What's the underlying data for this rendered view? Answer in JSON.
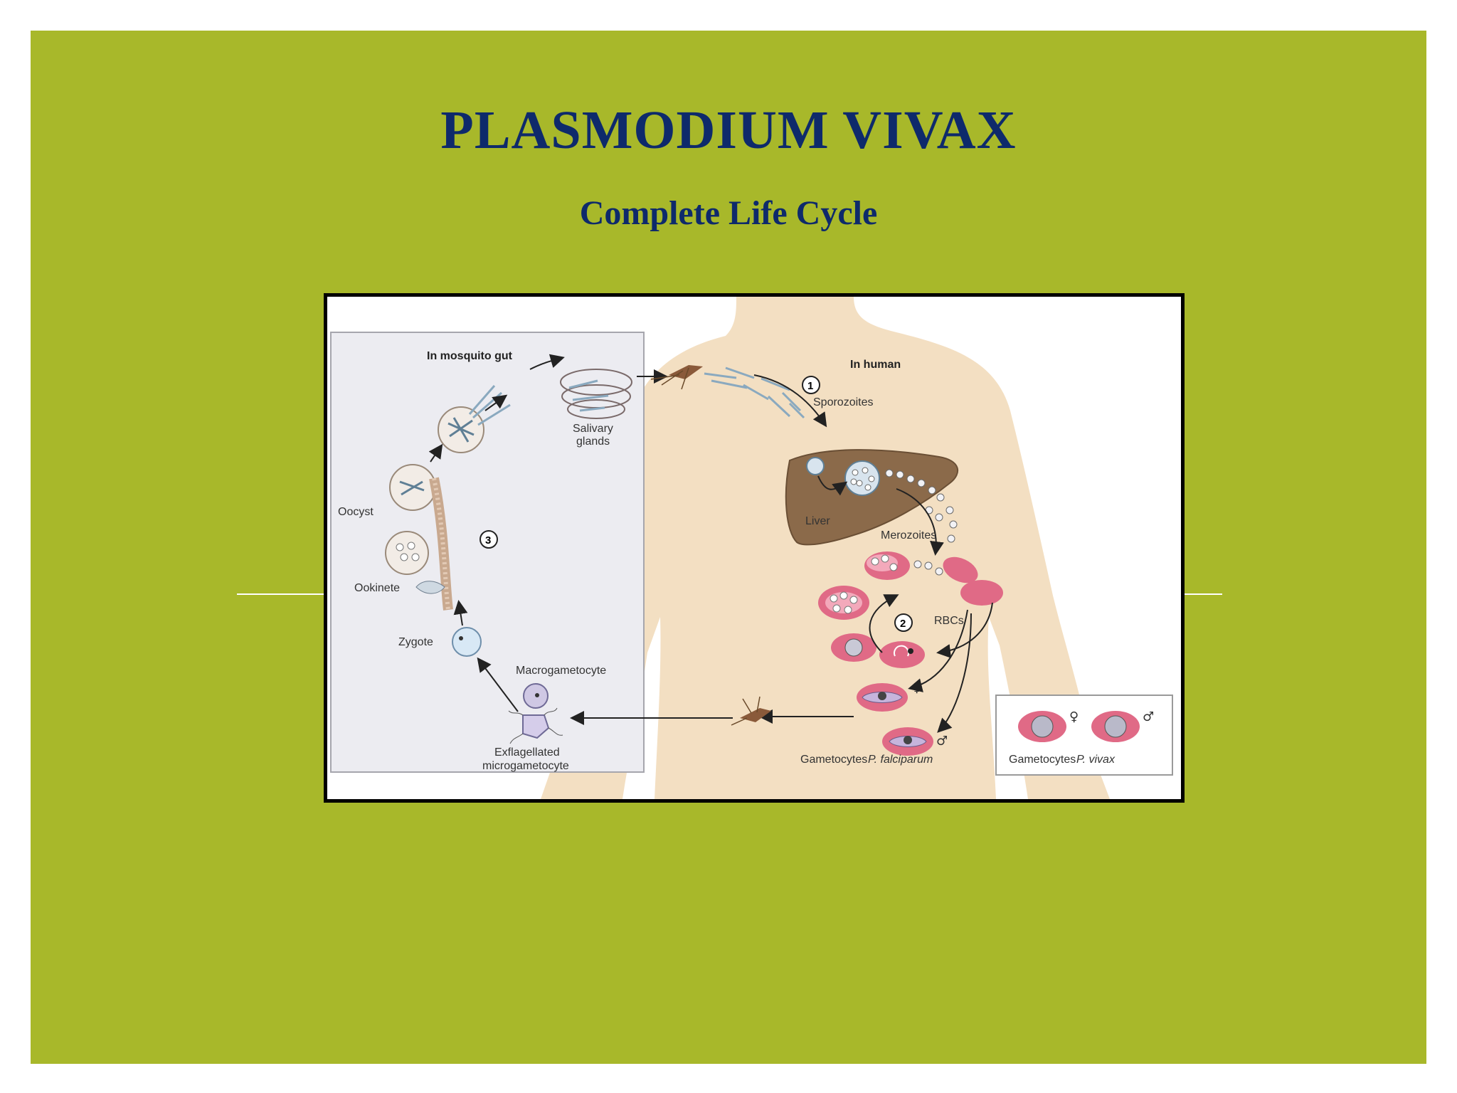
{
  "slide": {
    "title": "PLASMODIUM VIVAX",
    "subtitle": "Complete Life Cycle",
    "background_color": "#a8b82a",
    "title_color": "#0e2a6b"
  },
  "diagram": {
    "mosquito_panel_title": "In mosquito gut",
    "human_panel_title": "In human",
    "step_markers": [
      "1",
      "2",
      "3"
    ],
    "labels": {
      "sporozoites": "Sporozoites",
      "salivary_glands_line1": "Salivary",
      "salivary_glands_line2": "glands",
      "oocyst": "Oocyst",
      "ookinete": "Ookinete",
      "zygote": "Zygote",
      "macrogametocyte": "Macrogametocyte",
      "exflagellated_line1": "Exflagellated",
      "exflagellated_line2": "microgametocyte",
      "liver": "Liver",
      "merozoites": "Merozoites",
      "rbcs": "RBCs",
      "gametocytes_falciparum_prefix": "Gametocytes",
      "gametocytes_falciparum_species": "P. falciparum",
      "gametocytes_vivax_prefix": "Gametocytes",
      "gametocytes_vivax_species": "P. vivax",
      "female_symbol": "♀",
      "male_symbol": "♂"
    },
    "colors": {
      "skin": "#f3dfc2",
      "liver": "#8b6a4a",
      "rbc": "#e06a86",
      "rbc_light": "#f3a9bb",
      "mosquito_panel": "#ececf1",
      "parasite": "#d8e4ee"
    }
  }
}
